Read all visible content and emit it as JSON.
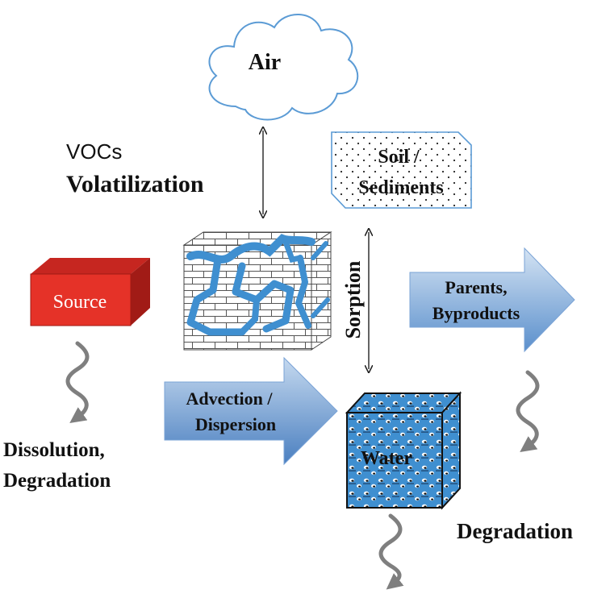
{
  "labels": {
    "air": "Air",
    "vocs": "VOCs",
    "volatilization": "Volatilization",
    "soil_line1": "Soil /",
    "soil_line2": "Sediments",
    "source": "Source",
    "sorption": "Sorption",
    "parents_line1": "Parents,",
    "parents_line2": "Byproducts",
    "advection_line1": "Advection /",
    "advection_line2": "Dispersion",
    "water": "Water",
    "dissolution_line1": "Dissolution,",
    "dissolution_line2": "Degradation",
    "degradation_right": "Degradation"
  },
  "colors": {
    "cloud_stroke": "#5b9bd5",
    "source_red": "#e53228",
    "source_dark": "#b01e18",
    "arrow_blue_light": "#c9dcef",
    "arrow_blue_dark": "#4e84c4",
    "water_blue": "#3f8fd0",
    "squiggle_gray": "#7f7f7f",
    "text": "#111111"
  }
}
